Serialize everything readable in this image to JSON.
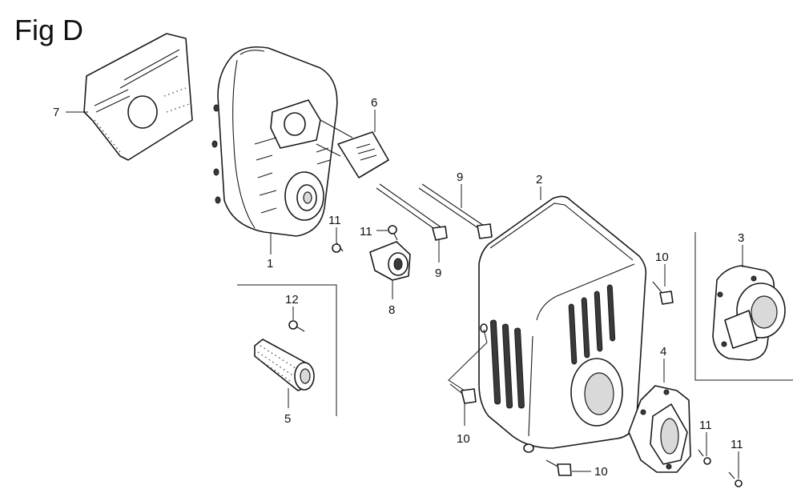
{
  "figure": {
    "title": "Fig D"
  },
  "labels": {
    "part_1": "1",
    "part_2": "2",
    "part_3": "3",
    "part_4": "4",
    "part_5": "5",
    "part_6": "6",
    "part_7": "7",
    "part_8": "8",
    "part_9a": "9",
    "part_9b": "9",
    "part_10a": "10",
    "part_10b": "10",
    "part_10c": "10",
    "part_11a": "11",
    "part_11b": "11",
    "part_11c": "11",
    "part_11d": "11",
    "part_12": "12"
  }
}
